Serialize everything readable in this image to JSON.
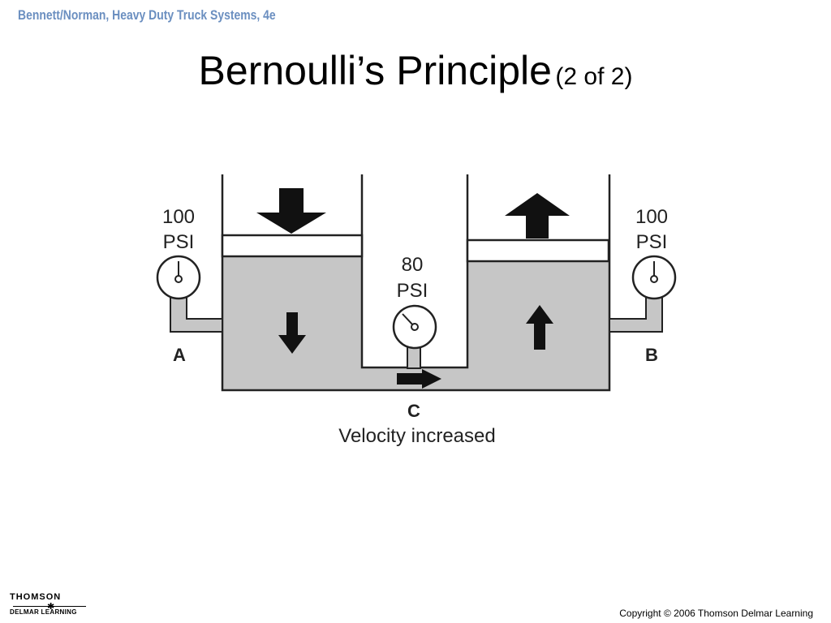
{
  "header": {
    "source_text": "Bennett/Norman, Heavy Duty Truck Systems, 4e"
  },
  "title": {
    "main": "Bernoulli’s Principle",
    "sub": "(2 of 2)"
  },
  "diagram": {
    "gauge_a": {
      "value": "100",
      "unit": "PSI",
      "label": "A"
    },
    "gauge_b": {
      "value": "100",
      "unit": "PSI",
      "label": "B"
    },
    "gauge_c": {
      "value": "80",
      "unit": "PSI",
      "label": "C"
    },
    "caption": "Velocity increased",
    "colors": {
      "fluid": "#c6c6c6",
      "outline": "#222222"
    },
    "icons": [
      "down-arrow-icon",
      "up-arrow-icon",
      "right-arrow-icon",
      "pressure-gauge-icon"
    ]
  },
  "footer": {
    "logo_top": "THOMSON",
    "logo_bottom": "DELMAR LEARNING",
    "copyright": "Copyright © 2006 Thomson Delmar Learning"
  }
}
